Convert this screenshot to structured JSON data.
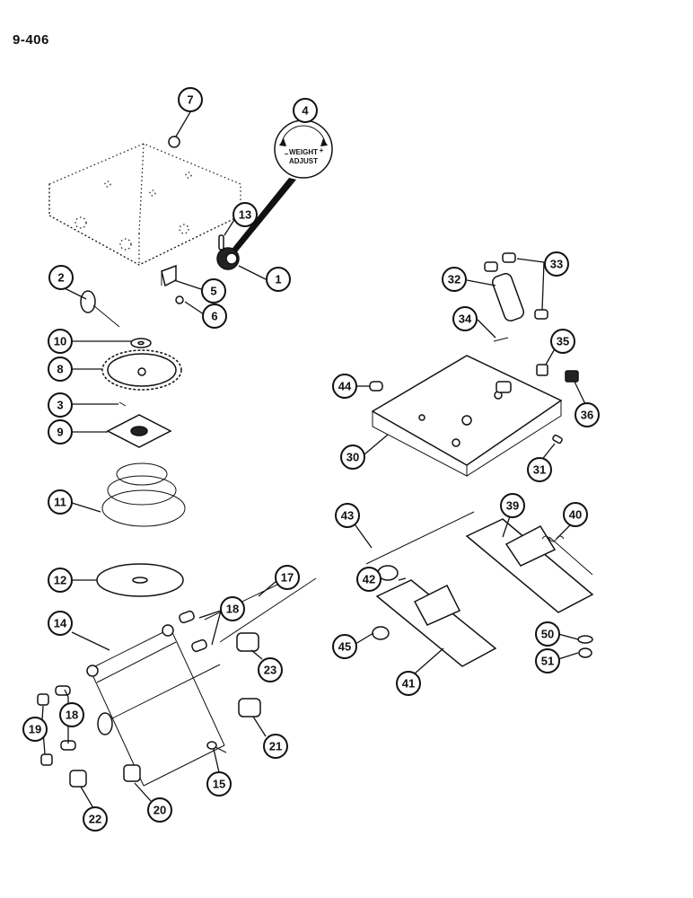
{
  "page": {
    "number": "9-406"
  },
  "dial": {
    "line1": "WEIGHT",
    "line2": "ADJUST",
    "minus": "−",
    "plus": "+"
  },
  "callouts": [
    "1",
    "2",
    "3",
    "4",
    "5",
    "6",
    "7",
    "8",
    "9",
    "10",
    "11",
    "12",
    "13",
    "14",
    "15",
    "17",
    "18",
    "18",
    "19",
    "20",
    "21",
    "22",
    "23",
    "30",
    "31",
    "32",
    "33",
    "34",
    "35",
    "36",
    "39",
    "40",
    "41",
    "42",
    "43",
    "44",
    "45",
    "50",
    "51"
  ]
}
